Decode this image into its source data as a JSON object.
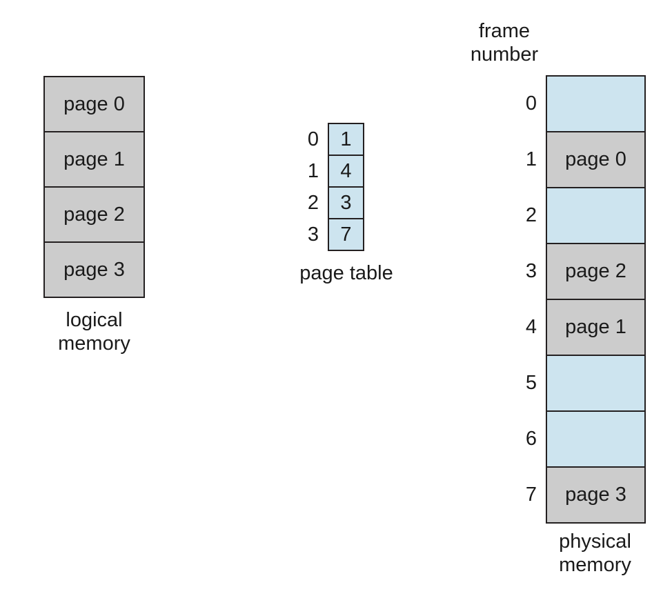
{
  "colors": {
    "page_fill": "#cccccc",
    "table_fill": "#cde4ef",
    "border": "#231f20",
    "text": "#1a1a1a"
  },
  "logical_memory": {
    "caption_line1": "logical",
    "caption_line2": "memory",
    "cells": [
      {
        "label": "page 0"
      },
      {
        "label": "page 1"
      },
      {
        "label": "page 2"
      },
      {
        "label": "page 3"
      }
    ]
  },
  "page_table": {
    "caption": "page table",
    "rows": [
      {
        "index": "0",
        "value": "1"
      },
      {
        "index": "1",
        "value": "4"
      },
      {
        "index": "2",
        "value": "3"
      },
      {
        "index": "3",
        "value": "7"
      }
    ]
  },
  "physical_memory": {
    "header_line1": "frame",
    "header_line2": "number",
    "caption_line1": "physical",
    "caption_line2": "memory",
    "frames": [
      {
        "number": "0",
        "content": "",
        "occupied": false
      },
      {
        "number": "1",
        "content": "page 0",
        "occupied": true
      },
      {
        "number": "2",
        "content": "",
        "occupied": false
      },
      {
        "number": "3",
        "content": "page 2",
        "occupied": true
      },
      {
        "number": "4",
        "content": "page 1",
        "occupied": true
      },
      {
        "number": "5",
        "content": "",
        "occupied": false
      },
      {
        "number": "6",
        "content": "",
        "occupied": false
      },
      {
        "number": "7",
        "content": "page 3",
        "occupied": true
      }
    ]
  }
}
